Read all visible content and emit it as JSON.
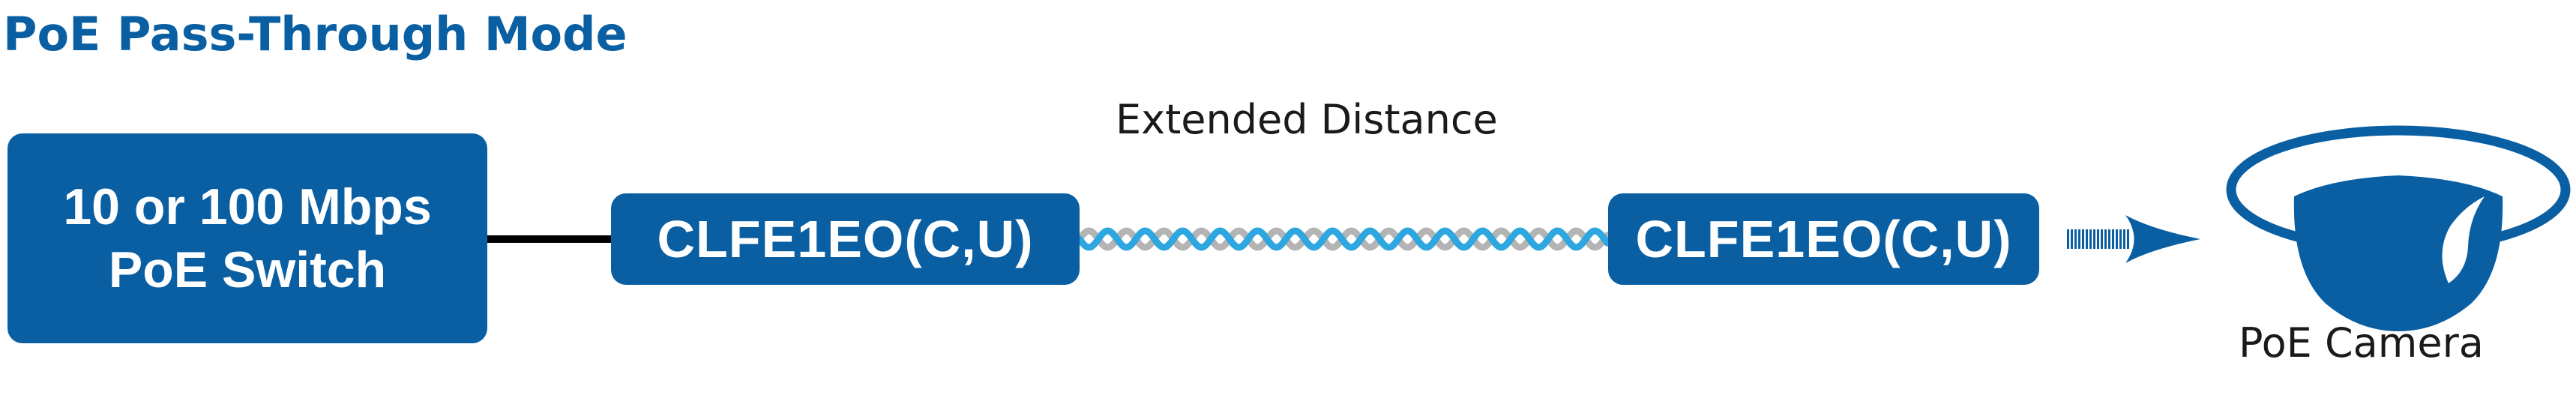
{
  "title": "PoE Pass-Through Mode",
  "colors": {
    "primary": "#0a5fa3",
    "cable_blue": "#2ea6e0",
    "cable_gray": "#b4b4b4",
    "link": "#000000",
    "text": "#1a1a1a"
  },
  "nodes": {
    "switch": {
      "line1": "10 or 100 Mbps",
      "line2": "PoE Switch"
    },
    "device_left": {
      "label": "CLFE1EO(C,U)"
    },
    "device_right": {
      "label": "CLFE1EO(C,U)"
    }
  },
  "cable_label": "Extended Distance",
  "camera": {
    "label": "PoE Camera",
    "icon": "dome-camera-icon"
  },
  "arrow_icon": "dotted-arrow-icon"
}
